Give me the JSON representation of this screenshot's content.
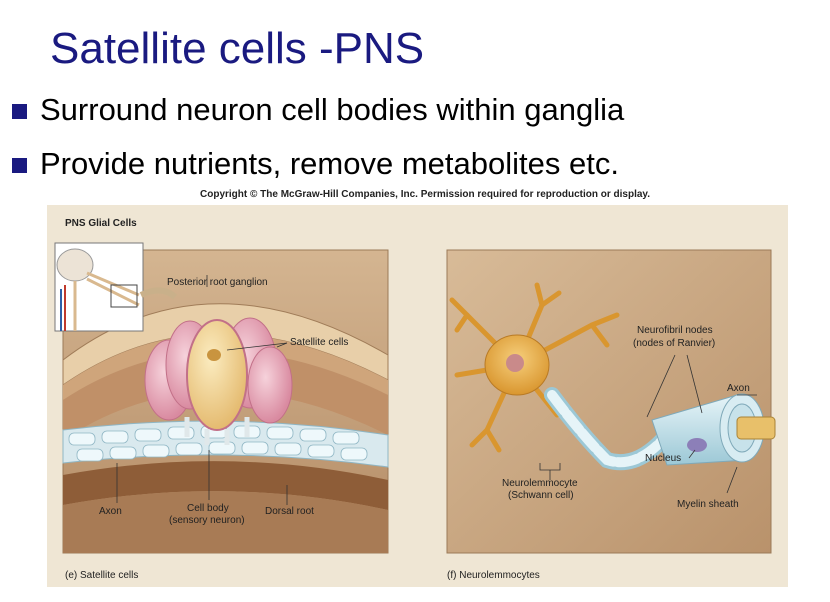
{
  "slide": {
    "title": "Satellite cells -PNS",
    "bullets": [
      "Surround neuron cell bodies within ganglia",
      "Provide nutrients, remove metabolites etc."
    ],
    "copyright": "Copyright © The McGraw-Hill Companies, Inc. Permission required for reproduction or display."
  },
  "figure": {
    "header": "PNS Glial Cells",
    "left_panel": {
      "caption": "(e) Satellite cells",
      "labels": {
        "ganglion": "Posterior root ganglion",
        "satellite": "Satellite cells",
        "axon": "Axon",
        "cell_body_1": "Cell body",
        "cell_body_2": "(sensory neuron)",
        "dorsal_root": "Dorsal root"
      }
    },
    "right_panel": {
      "caption": "(f) Neurolemmocytes",
      "labels": {
        "nodes_1": "Neurofibril nodes",
        "nodes_2": "(nodes of Ranvier)",
        "axon": "Axon",
        "nucleus": "Nucleus",
        "neurolemmocyte_1": "Neurolemmocyte",
        "neurolemmocyte_2": "(Schwann cell)",
        "myelin": "Myelin sheath"
      }
    },
    "colors": {
      "title_blue": "#1a1a80",
      "panel_bg": "#c9a783",
      "sheath_blue": "#bcdfe8",
      "cell_pink": "#e9a9b8",
      "cell_body": "#f2d38a",
      "neuron": "#e9b24c"
    }
  }
}
